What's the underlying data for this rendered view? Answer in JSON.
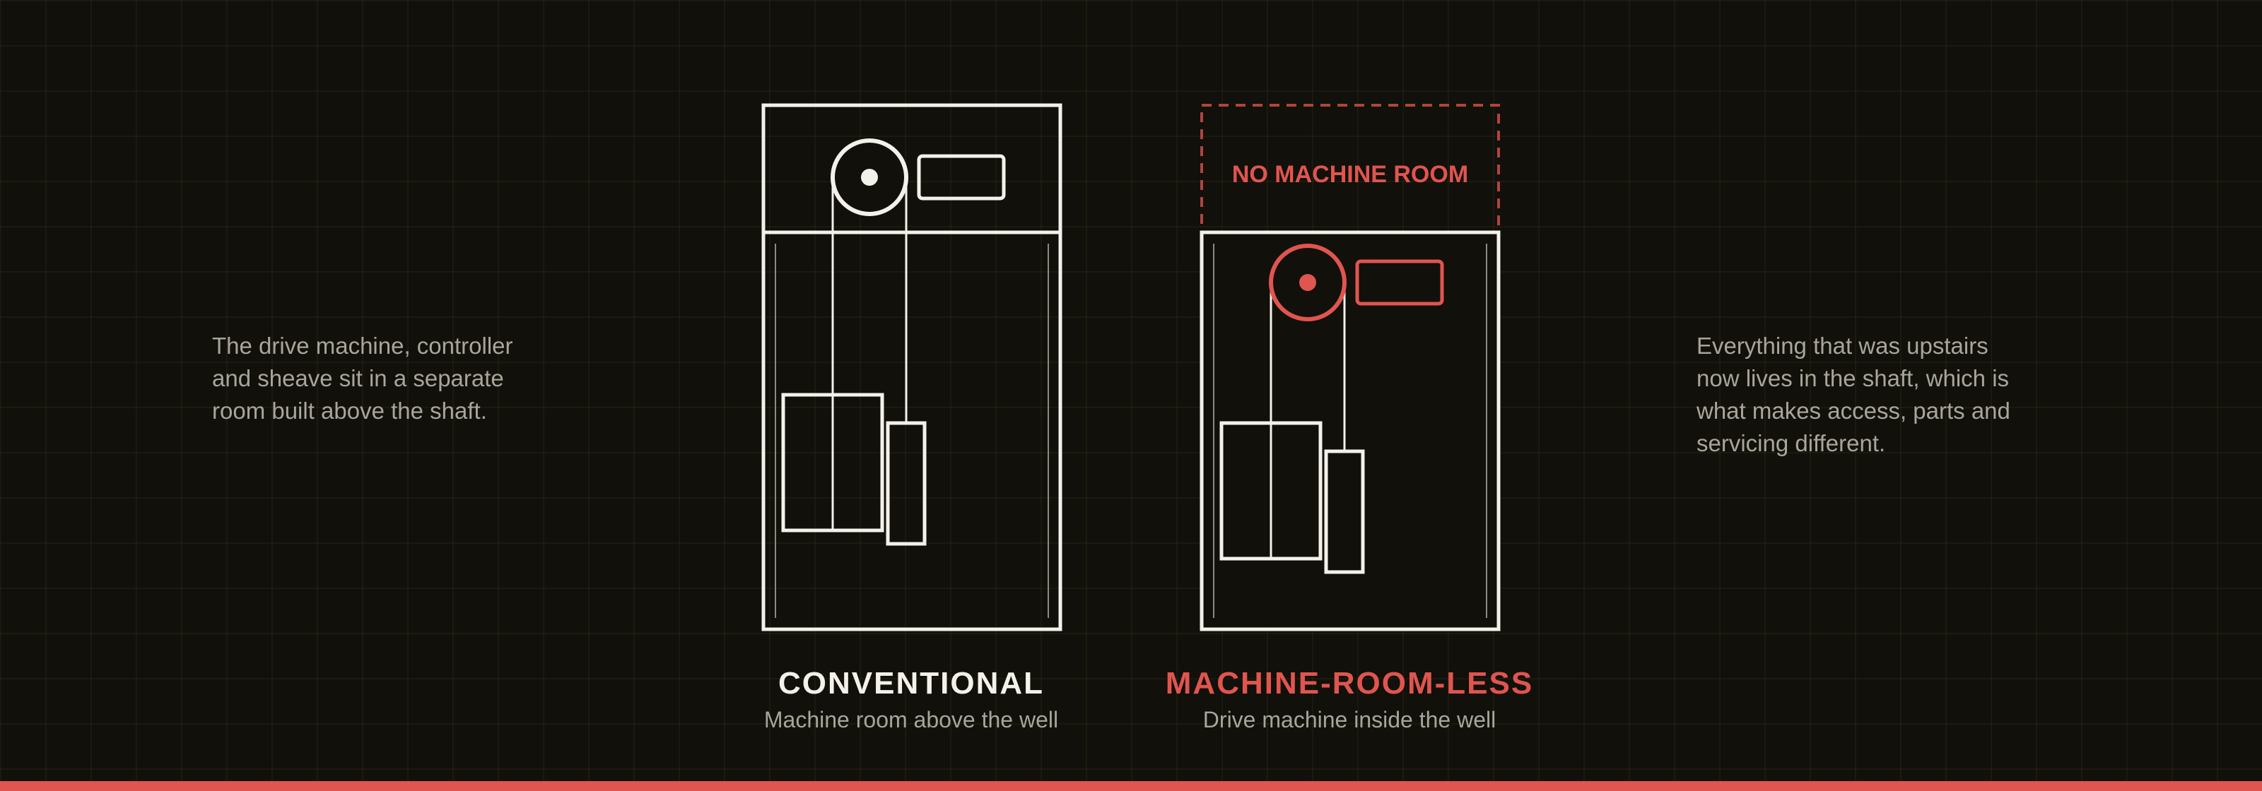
{
  "notes": {
    "left": "The drive machine, controller and sheave sit in a separate room built above the shaft.",
    "right": "Everything that was upstairs now lives in the shaft, which is what makes access, parts and servicing different."
  },
  "conventional": {
    "title": "CONVENTIONAL",
    "subtitle": "Machine room above the well"
  },
  "mrl": {
    "title": "MACHINE-ROOM-LESS",
    "subtitle": "Drive machine inside the well",
    "no_room_label": "NO MACHINE ROOM"
  },
  "colors": {
    "background": "#12100a",
    "line": "#f4f1ea",
    "accent": "#e0554f",
    "muted_text": "#a9a59b"
  }
}
